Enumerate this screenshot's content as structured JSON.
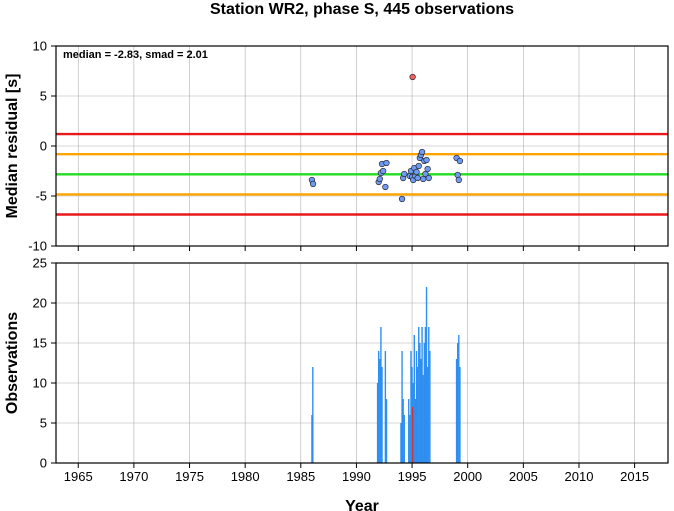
{
  "title": "Station WR2, phase S, 445 observations",
  "chart_data": [
    {
      "type": "scatter",
      "ylabel": "Median residual [s]",
      "annotation": "median = -2.83, smad = 2.01",
      "xlim": [
        1963,
        2018
      ],
      "ylim": [
        -10,
        10
      ],
      "xticks": [
        1965,
        1970,
        1975,
        1980,
        1985,
        1990,
        1995,
        2000,
        2005,
        2010,
        2015
      ],
      "yticks": [
        -10,
        -5,
        0,
        5,
        10
      ],
      "grid": true,
      "hlines": [
        {
          "y": 1.19,
          "color": "#e8191c"
        },
        {
          "y": -0.82,
          "color": "#ffa500"
        },
        {
          "y": -2.83,
          "color": "#22dd22"
        },
        {
          "y": -4.84,
          "color": "#ffa500"
        },
        {
          "y": -6.85,
          "color": "#e8191c"
        }
      ],
      "series": [
        {
          "color": "#6f9bf5",
          "points": [
            [
              1986.0,
              -3.4
            ],
            [
              1986.1,
              -3.8
            ],
            [
              1992.0,
              -3.6
            ],
            [
              1992.1,
              -3.3
            ],
            [
              1992.2,
              -2.7
            ],
            [
              1992.3,
              -1.8
            ],
            [
              1992.4,
              -2.5
            ],
            [
              1992.6,
              -4.1
            ],
            [
              1992.7,
              -1.7
            ],
            [
              1994.1,
              -5.3
            ],
            [
              1994.2,
              -3.2
            ],
            [
              1994.3,
              -2.8
            ],
            [
              1994.8,
              -3.0
            ],
            [
              1994.9,
              -2.5
            ],
            [
              1995.0,
              -3.1
            ],
            [
              1995.1,
              -3.4
            ],
            [
              1995.2,
              -2.2
            ],
            [
              1995.3,
              -3.0
            ],
            [
              1995.4,
              -2.6
            ],
            [
              1995.5,
              -3.2
            ],
            [
              1995.6,
              -2.0
            ],
            [
              1995.7,
              -1.2
            ],
            [
              1995.8,
              -0.9
            ],
            [
              1995.9,
              -0.6
            ],
            [
              1996.0,
              -3.3
            ],
            [
              1996.1,
              -1.5
            ],
            [
              1996.2,
              -2.8
            ],
            [
              1996.3,
              -1.4
            ],
            [
              1996.4,
              -2.3
            ],
            [
              1996.5,
              -3.2
            ],
            [
              1999.0,
              -1.2
            ],
            [
              1999.1,
              -2.9
            ],
            [
              1999.2,
              -3.4
            ],
            [
              1999.3,
              -1.5
            ]
          ]
        },
        {
          "color": "#f06060",
          "points": [
            [
              1995.05,
              6.9
            ]
          ]
        }
      ]
    },
    {
      "type": "bar",
      "xlabel": "Year",
      "ylabel": "Observations",
      "xlim": [
        1963,
        2018
      ],
      "ylim": [
        0,
        25
      ],
      "xticks": [
        1965,
        1970,
        1975,
        1980,
        1985,
        1990,
        1995,
        2000,
        2005,
        2010,
        2015
      ],
      "yticks": [
        0,
        5,
        10,
        15,
        20,
        25
      ],
      "grid": true,
      "series": [
        {
          "color": "#2f8ff0",
          "bars": [
            [
              1986.0,
              6
            ],
            [
              1986.08,
              12
            ],
            [
              1991.9,
              10
            ],
            [
              1992.0,
              14
            ],
            [
              1992.1,
              13
            ],
            [
              1992.2,
              17
            ],
            [
              1992.3,
              12
            ],
            [
              1992.6,
              14
            ],
            [
              1992.7,
              8
            ],
            [
              1994.0,
              5
            ],
            [
              1994.1,
              14
            ],
            [
              1994.2,
              8
            ],
            [
              1994.3,
              6
            ],
            [
              1994.7,
              8
            ],
            [
              1994.8,
              6
            ],
            [
              1994.9,
              14
            ],
            [
              1995.0,
              12
            ],
            [
              1995.1,
              10
            ],
            [
              1995.2,
              16
            ],
            [
              1995.3,
              8
            ],
            [
              1995.4,
              14
            ],
            [
              1995.5,
              12
            ],
            [
              1995.6,
              17
            ],
            [
              1995.7,
              15
            ],
            [
              1995.8,
              13
            ],
            [
              1995.9,
              17
            ],
            [
              1996.0,
              11
            ],
            [
              1996.1,
              15
            ],
            [
              1996.2,
              17
            ],
            [
              1996.3,
              22
            ],
            [
              1996.4,
              12
            ],
            [
              1996.5,
              17
            ],
            [
              1996.6,
              14
            ],
            [
              1999.0,
              13
            ],
            [
              1999.1,
              15
            ],
            [
              1999.2,
              16
            ],
            [
              1999.3,
              12
            ]
          ]
        },
        {
          "color": "#cc3333",
          "bars": [
            [
              1995.05,
              7
            ]
          ]
        }
      ]
    }
  ]
}
